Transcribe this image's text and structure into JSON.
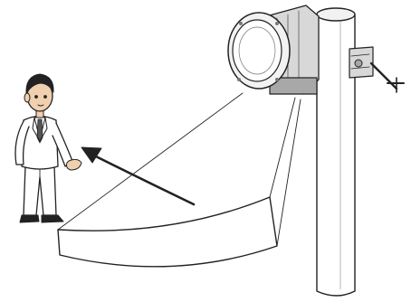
{
  "illustration": {
    "colors": {
      "line": "#222222",
      "skin": "#f0d0ae",
      "hair": "#222222",
      "tie": "#555555",
      "metal_light": "#f2f2f2",
      "metal_mid": "#d8d8d8",
      "metal_dark": "#a8a8a8",
      "paper": "#ffffff"
    },
    "icons": {
      "person": "businessman-figure",
      "light": "flood-light",
      "pole": "vertical-pole",
      "clamp": "pole-clamp",
      "beam": "light-beam",
      "ground_arc": "illuminated-arc-area",
      "arrow": "curved-direction-arrow"
    }
  }
}
